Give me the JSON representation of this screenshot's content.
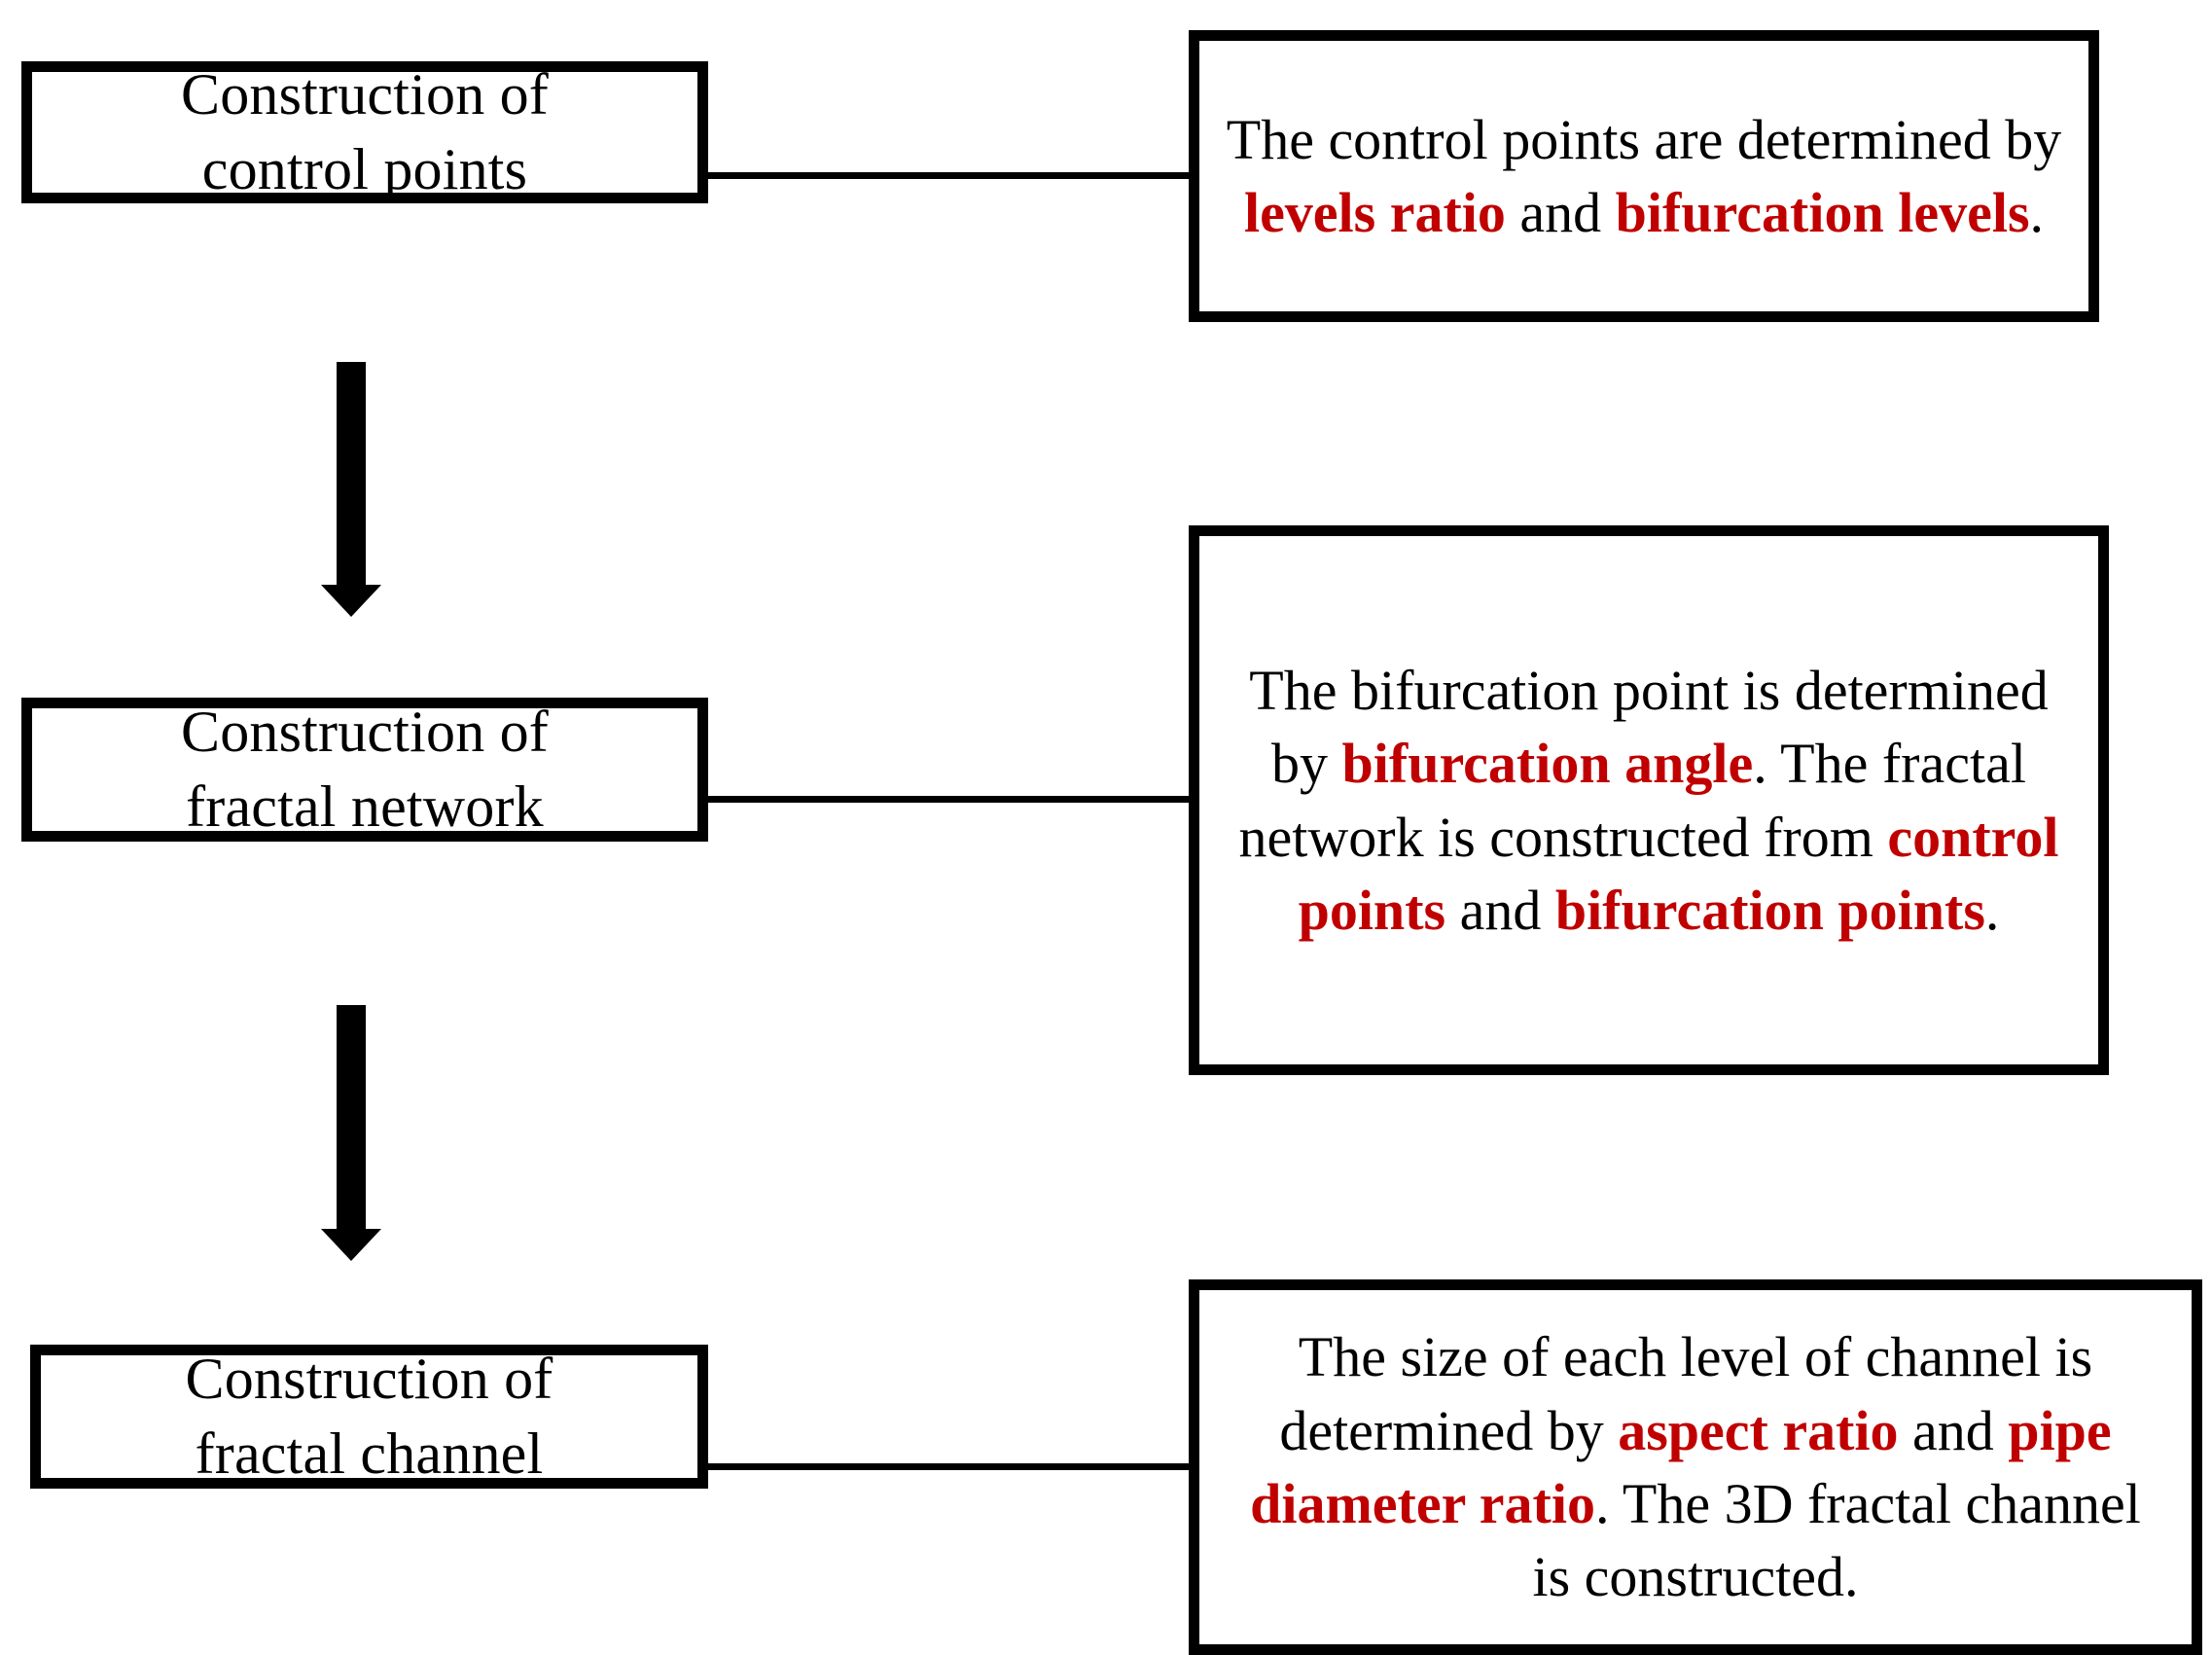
{
  "diagram": {
    "title": "Fractal channel construction flowchart",
    "accent_color": "#C00000",
    "line_color": "#000000",
    "background_color": "#FFFFFF",
    "stages": [
      {
        "id": "control-points",
        "label": "Construction of\ncontrol points"
      },
      {
        "id": "fractal-network",
        "label": "Construction of\nfractal network"
      },
      {
        "id": "fractal-channel",
        "label": "Construction of\nfractal channel"
      }
    ],
    "descriptions": [
      {
        "id": "control-points-desc",
        "full_text": "The control points are determined by levels ratio and bifurcation levels.",
        "segments": [
          {
            "text": "The control points are determined by ",
            "highlight": false
          },
          {
            "text": "levels ratio",
            "highlight": true
          },
          {
            "text": " and ",
            "highlight": false
          },
          {
            "text": "bifurcation levels",
            "highlight": true
          },
          {
            "text": ".",
            "highlight": false
          }
        ]
      },
      {
        "id": "fractal-network-desc",
        "full_text": "The bifurcation point is determined by bifurcation angle. The fractal network is constructed from control points and bifurcation points.",
        "segments": [
          {
            "text": "The bifurcation point is determined by ",
            "highlight": false
          },
          {
            "text": "bifurcation angle",
            "highlight": true
          },
          {
            "text": ". The fractal network is constructed from ",
            "highlight": false
          },
          {
            "text": "control points",
            "highlight": true
          },
          {
            "text": " and ",
            "highlight": false
          },
          {
            "text": "bifurcation points",
            "highlight": true
          },
          {
            "text": ".",
            "highlight": false
          }
        ]
      },
      {
        "id": "fractal-channel-desc",
        "full_text": "The size of each level of channel is determined by aspect ratio and pipe diameter ratio. The 3D fractal channel is constructed.",
        "segments": [
          {
            "text": "The size of each level of channel is determined by ",
            "highlight": false
          },
          {
            "text": "aspect ratio",
            "highlight": true
          },
          {
            "text": " and ",
            "highlight": false
          },
          {
            "text": "pipe diameter ratio",
            "highlight": true
          },
          {
            "text": ". The 3D fractal channel is constructed.",
            "highlight": false
          }
        ]
      }
    ],
    "arrows": [
      {
        "id": "arrow-stage1-to-stage2",
        "direction": "down"
      },
      {
        "id": "arrow-stage2-to-stage3",
        "direction": "down"
      }
    ],
    "connectors": [
      {
        "id": "connector-stage1",
        "direction": "horizontal"
      },
      {
        "id": "connector-stage2",
        "direction": "horizontal"
      },
      {
        "id": "connector-stage3",
        "direction": "horizontal"
      }
    ]
  }
}
